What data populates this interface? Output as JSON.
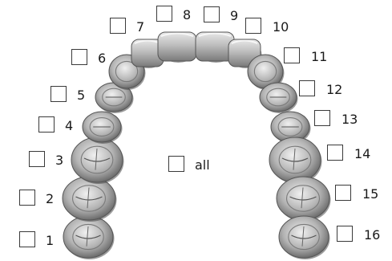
{
  "title": "",
  "teeth": [
    {
      "number": "1",
      "checked": false
    },
    {
      "number": "2",
      "checked": false
    },
    {
      "number": "3",
      "checked": false
    },
    {
      "number": "4",
      "checked": false
    },
    {
      "number": "5",
      "checked": false
    },
    {
      "number": "6",
      "checked": false
    },
    {
      "number": "7",
      "checked": false
    },
    {
      "number": "8",
      "checked": false
    },
    {
      "number": "9",
      "checked": false
    },
    {
      "number": "10",
      "checked": false
    },
    {
      "number": "11",
      "checked": false
    },
    {
      "number": "12",
      "checked": false
    },
    {
      "number": "13",
      "checked": false
    },
    {
      "number": "14",
      "checked": false
    },
    {
      "number": "15",
      "checked": false
    },
    {
      "number": "16",
      "checked": false
    }
  ],
  "all_option": {
    "label": "all",
    "checked": false
  },
  "colors": {
    "tooth_fill": "#b9b9b9",
    "tooth_shadow": "#6d6d6d",
    "checkbox_border": "#3a3a3a"
  }
}
